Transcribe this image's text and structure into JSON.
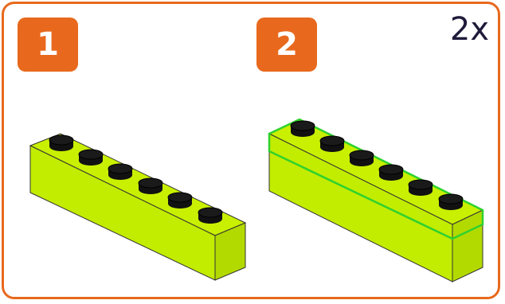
{
  "steps": [
    {
      "number": "1"
    },
    {
      "number": "2"
    }
  ],
  "quantity_label": "2x",
  "colors": {
    "frame": "#e8691d",
    "badge": "#e8691d",
    "brick_top": "#c8f000",
    "brick_front": "#c2ec00",
    "brick_side": "#b3da00",
    "stud": "#111111",
    "highlight": "#2fd12f",
    "quantity_text": "#1e1a3a"
  },
  "parts": [
    {
      "id": "step1-brick",
      "type": "brick 1x6",
      "highlighted": false
    },
    {
      "id": "step2-brick",
      "type": "brick 1x6",
      "highlighted": true
    }
  ]
}
